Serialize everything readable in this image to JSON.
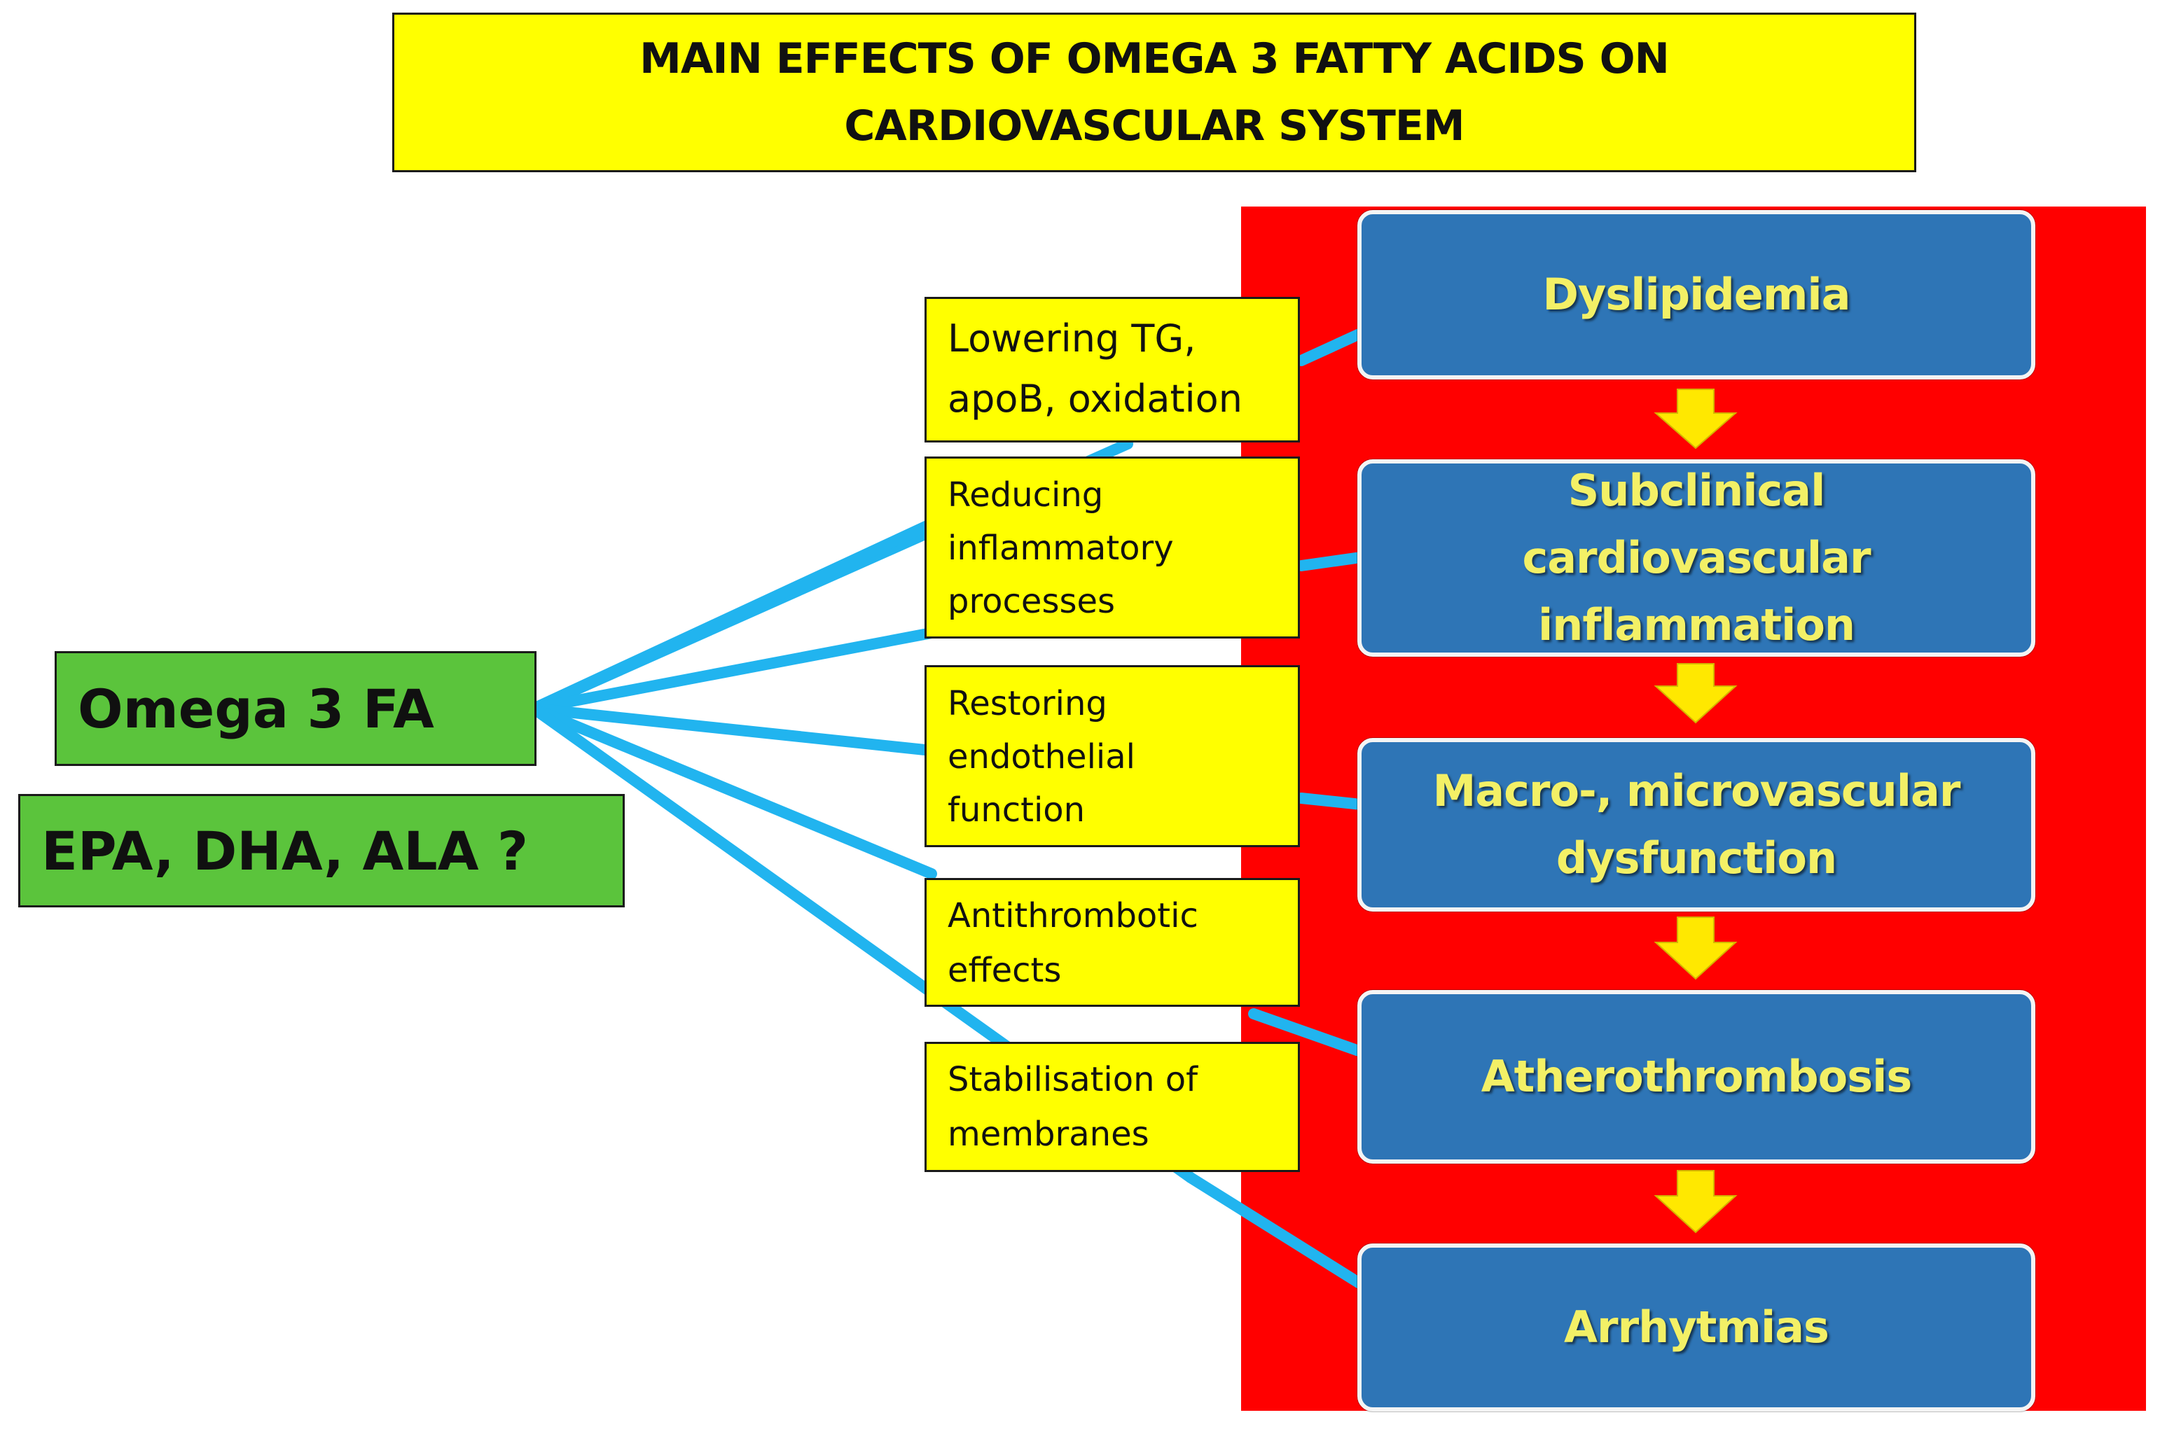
{
  "title": {
    "line1": "MAIN EFFECTS OF OMEGA 3 FATTY ACIDS ON",
    "line2": "CARDIOVASCULAR SYSTEM"
  },
  "sources": {
    "omega": "Omega 3 FA",
    "types": "EPA, DHA, ALA ?"
  },
  "effects": [
    {
      "lines": [
        "Lowering TG,",
        "apoB, oxidation"
      ]
    },
    {
      "lines": [
        "Reducing",
        "inflammatory",
        "processes"
      ]
    },
    {
      "lines": [
        "Restoring",
        "endothelial",
        "function"
      ]
    },
    {
      "lines": [
        "Antithrombotic",
        "effects"
      ]
    },
    {
      "lines": [
        "Stabilisation of",
        "membranes"
      ]
    }
  ],
  "outcomes": [
    {
      "lines": [
        "Dyslipidemia"
      ]
    },
    {
      "lines": [
        "Subclinical",
        "cardiovascular",
        "inflammation"
      ]
    },
    {
      "lines": [
        "Macro-, microvascular",
        "dysfunction"
      ]
    },
    {
      "lines": [
        "Atherothrombosis"
      ]
    },
    {
      "lines": [
        "Arrhytmias"
      ]
    }
  ],
  "colors": {
    "title_bg": "#ffff00",
    "band": "#ff0000",
    "source_box": "#5bc43c",
    "effect_box": "#ffff00",
    "outcome_box": "#2e75b6",
    "outcome_text": "#f3f066",
    "connector": "#21b4ef",
    "down_arrow": "#ffe800"
  },
  "icons": {
    "connector": "arrow-icon",
    "sequence": "down-arrow-icon"
  }
}
